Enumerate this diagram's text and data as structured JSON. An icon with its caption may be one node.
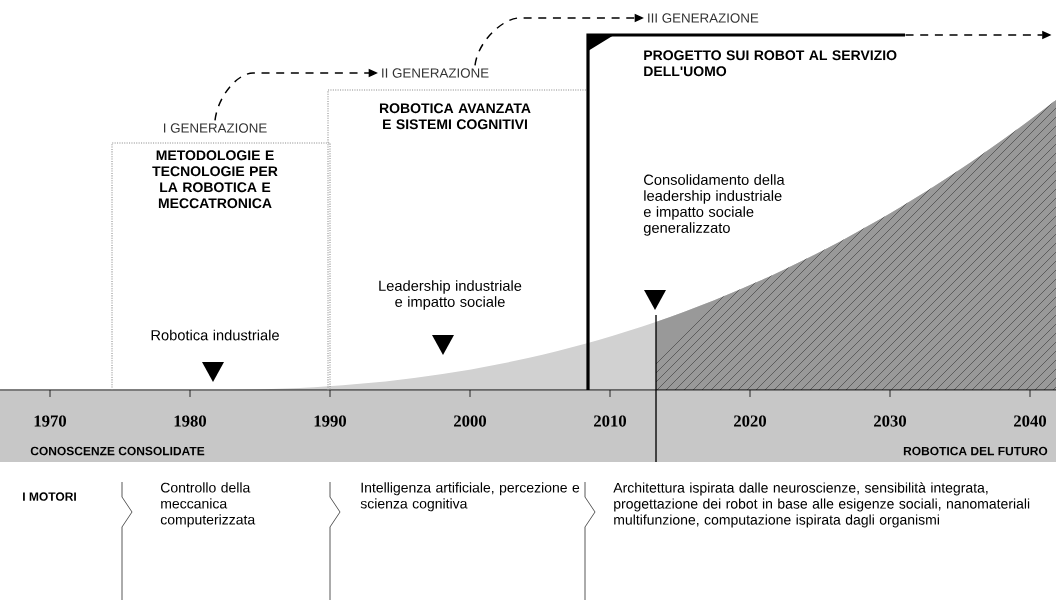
{
  "diagram": {
    "nodes": [
      {
        "text": [
          "I GENERAZIONE",
          "METODOLOGIE E TECNOLOGIE PER LA ROBOTICA E MECCATRONICA",
          "Robotica industriale"
        ]
      },
      {
        "text": [
          "II GENERAZIONE",
          "ROBOTICA AVANZATA E SISTEMI COGNITIVI",
          "Leadership industriale e impatto sociale"
        ]
      },
      {
        "text": [
          "III GENERAZIONE",
          "PROGETTO SUI ROBOT AL SERVIZIO DELL'UOMO",
          "Consolidamento della leadership industriale e impatto sociale generalizzato"
        ]
      }
    ],
    "edges": [
      {
        "from": 0,
        "to": 1,
        "arrow": "to",
        "style": "dashed"
      },
      {
        "from": 1,
        "to": 2,
        "arrow": "to",
        "style": "dashed"
      },
      {
        "from": 2,
        "to": null,
        "arrow": "to",
        "style": "dashed"
      }
    ],
    "labels": [
      "1970",
      "1980",
      "1990",
      "2000",
      "2010",
      "2020",
      "2030",
      "2040",
      "CONOSCENZE CONSOLIDATE",
      "ROBOTICA DEL FUTURO",
      "I MOTORI",
      "Controllo della meccanica computerizzata",
      "Intelligenza artificiale, percezione e scienza cognitiva",
      "Architettura ispirata dalle neuroscienze, sensibilità integrata, progettazione dei robot in base alle esigenze sociali, nanomateriali multifunzione, computazione ispirata dagli organismi"
    ]
  }
}
